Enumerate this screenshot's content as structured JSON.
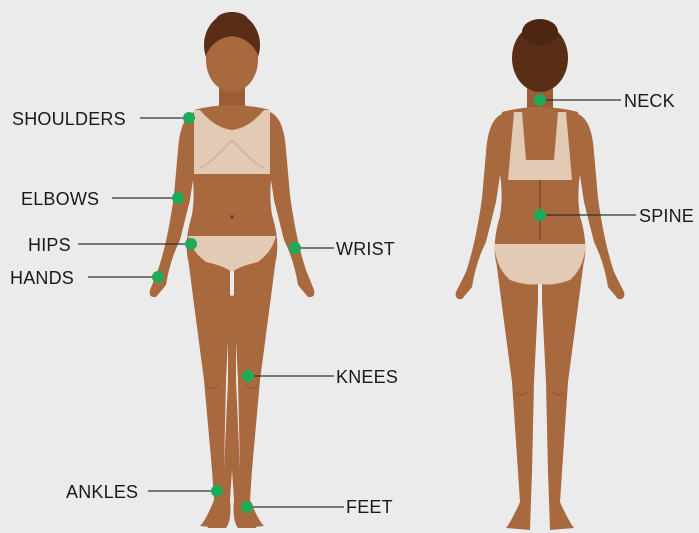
{
  "colors": {
    "background": "#ebebeb",
    "skin": "#a8693f",
    "skin_shadow": "#8f5631",
    "hair": "#5a2e16",
    "underwear": "#e3cab5",
    "marker": "#1faa59",
    "leader_line": "#333333"
  },
  "labels": {
    "shoulders": "SHOULDERS",
    "elbows": "ELBOWS",
    "hips": "HIPS",
    "hands": "HANDS",
    "wrist": "WRIST",
    "knees": "KNEES",
    "ankles": "ANKLES",
    "feet": "FEET",
    "neck": "NECK",
    "spine": "SPINE"
  }
}
